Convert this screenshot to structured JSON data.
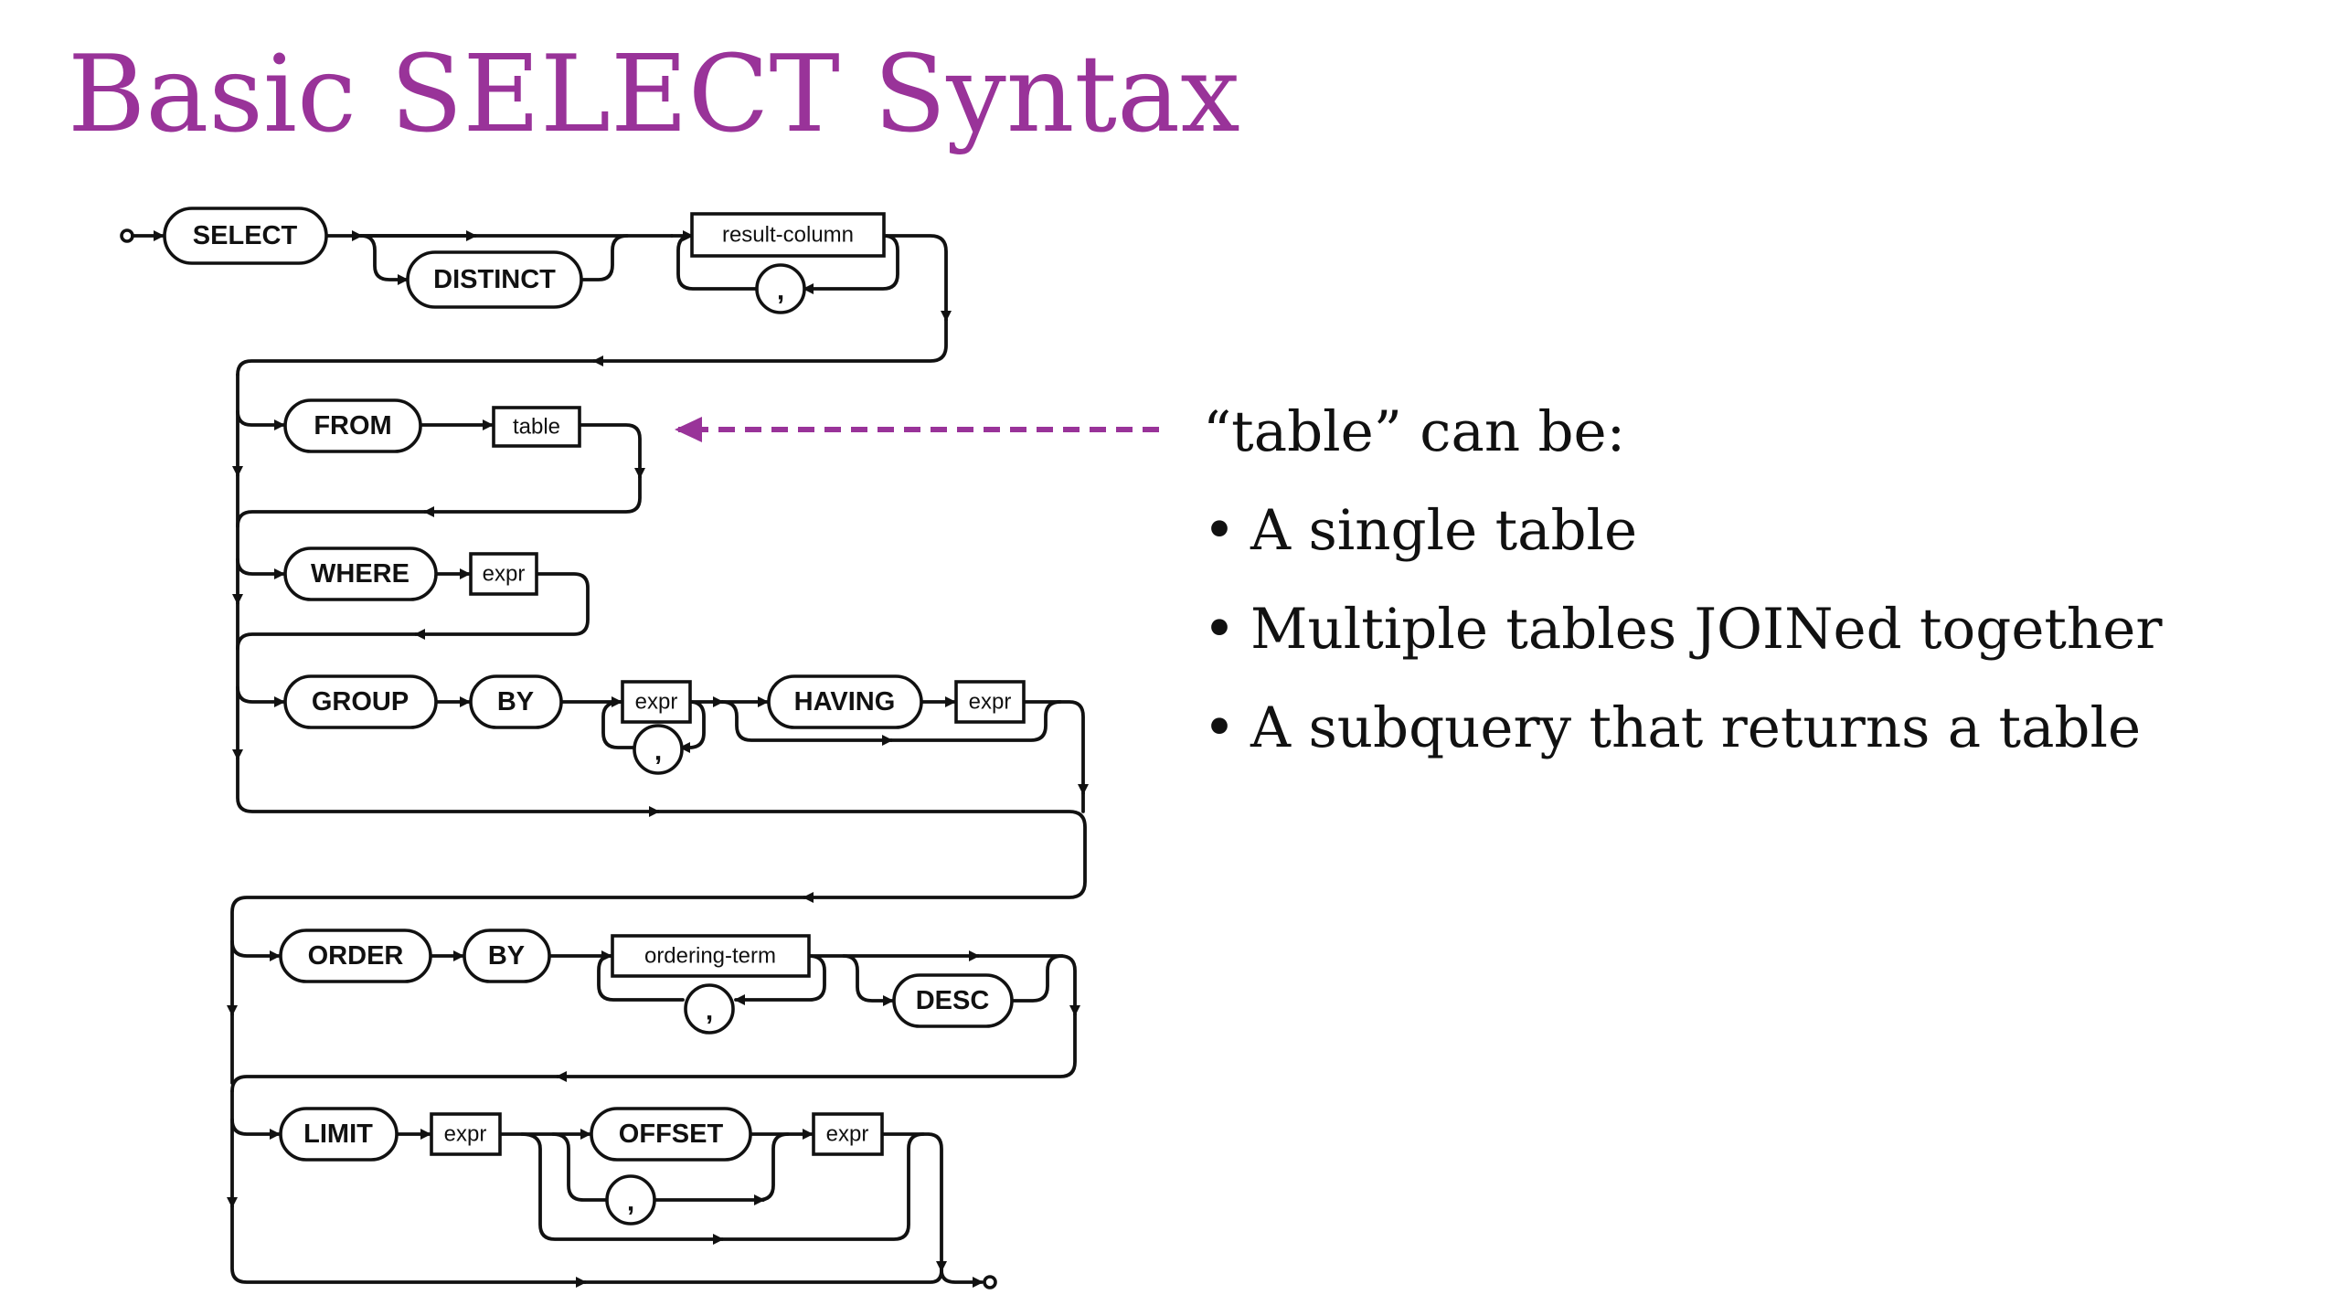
{
  "slide": {
    "title": "Basic SELECT Syntax",
    "title_color": "#993399",
    "accent_color": "#993399"
  },
  "diagram": {
    "keywords": {
      "select": "SELECT",
      "distinct": "DISTINCT",
      "from": "FROM",
      "where": "WHERE",
      "group": "GROUP",
      "group_by": "BY",
      "having": "HAVING",
      "order": "ORDER",
      "order_by": "BY",
      "desc": "DESC",
      "limit": "LIMIT",
      "offset": "OFFSET"
    },
    "rules": {
      "result_column": "result-column",
      "table": "table",
      "where_expr": "expr",
      "group_expr": "expr",
      "having_expr": "expr",
      "ordering_term": "ordering-term",
      "limit_expr": "expr",
      "offset_expr": "expr"
    },
    "separators": {
      "result_column_comma": ",",
      "group_comma": ",",
      "ordering_comma": ",",
      "limit_comma": ","
    }
  },
  "note": {
    "heading": "“table” can be:",
    "items": [
      "A single table",
      "Multiple tables JOINed together",
      "A subquery that returns a table"
    ]
  }
}
